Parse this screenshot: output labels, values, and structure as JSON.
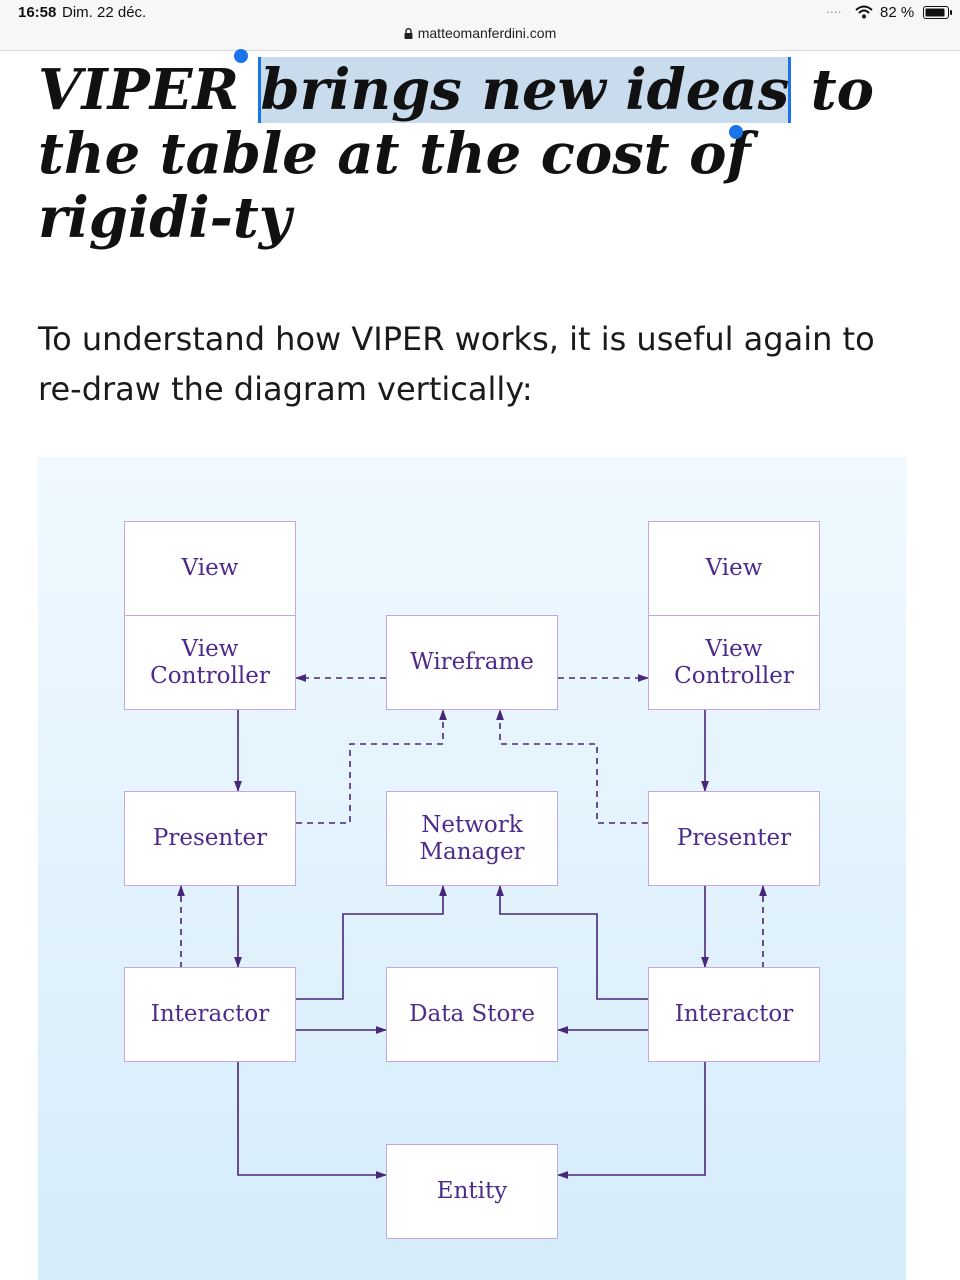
{
  "status_bar": {
    "time": "16:58",
    "date": "Dim. 22 déc.",
    "signal": "....",
    "battery": "82 %",
    "url": "matteomanferdini.com",
    "icons": [
      "wifi-icon",
      "battery-icon",
      "lock-icon"
    ]
  },
  "article": {
    "headline_before": "VIPER ",
    "headline_selected": "brings new ideas",
    "headline_after": " to the table at the cost of rigidi-ty",
    "paragraph": "To understand how VIPER works, it is useful again to re-draw the diagram vertically:"
  },
  "diagram": {
    "colors": {
      "box_text": "#4e2a8c",
      "box_border": "#c4a7e0",
      "arrow": "#4a2678"
    },
    "left_view": "View",
    "left_view_controller": [
      "View",
      "Controller"
    ],
    "wireframe": "Wireframe",
    "right_view": "View",
    "right_view_controller": [
      "View",
      "Controller"
    ],
    "left_presenter": "Presenter",
    "network_manager": [
      "Network",
      "Manager"
    ],
    "right_presenter": "Presenter",
    "left_interactor": "Interactor",
    "data_store": "Data Store",
    "right_interactor": "Interactor",
    "entity": "Entity"
  }
}
